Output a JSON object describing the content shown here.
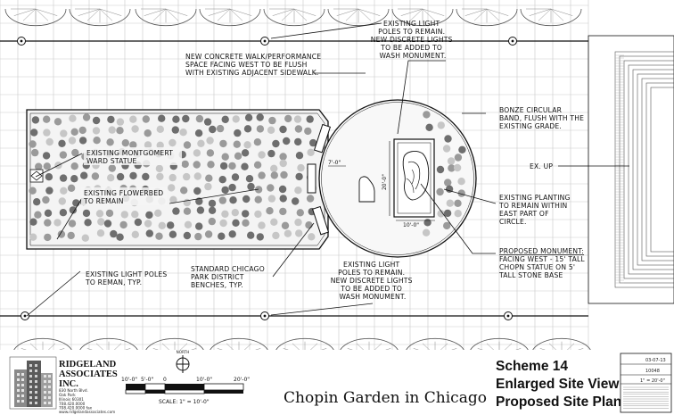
{
  "labels": {
    "light_poles_top": [
      "EXISTING LIGHT",
      "POLES TO REMAIN.",
      "NEW DISCRETE LIGHTS",
      "TO BE ADDED TO",
      "WASH MONUMENT."
    ],
    "walk": [
      "NEW CONCRETE WALK/PERFORMANCE",
      "SPACE FACING WEST TO BE FLUSH",
      "WITH EXISTING ADJACENT SIDEWALK."
    ],
    "bronze_band": [
      "BONZE CIRCULAR",
      "BAND, FLUSH WITH THE",
      "EXISTING GRADE."
    ],
    "statue": [
      "EXISTING MONTGOMERT",
      "WARD STATUE"
    ],
    "flowerbed": [
      "EXISTING FLOWERBED",
      "TO REMAIN"
    ],
    "ex_up": "EX. UP",
    "planting": [
      "EXISTING PLANTING",
      "TO REMAIN WITHIN",
      "EAST PART OF",
      "CIRCLE."
    ],
    "monument": [
      "PROPOSED MONUMENT:",
      "FACING WEST - 15' TALL",
      "CHOPN STATUE ON 5'",
      "TALL STONE BASE"
    ],
    "light_poles_left": [
      "EXISTING LIGHT POLES",
      "TO REMAN, TYP."
    ],
    "benches": [
      "STANDARD CHICAGO",
      "PARK DISTRICT",
      "BENCHES, TYP."
    ],
    "light_poles_bottom": [
      "EXISTING LIGHT",
      "POLES TO REMAIN.",
      "NEW DISCRETE LIGHTS",
      "TO BE ADDED TO",
      "WASH MONUMENT."
    ]
  },
  "dimensions": {
    "walk_depth": "7'-0\"",
    "monument_height": "20'-0\"",
    "monument_width": "10'-0\""
  },
  "scale_bar": {
    "north": "NORTH",
    "ticks": [
      "10'-0\"",
      "5'-0\"",
      "0",
      "10'-0\"",
      "20'-0\""
    ],
    "scale_text": "SCALE: 1\" = 10'-0\""
  },
  "firm": {
    "name_lines": [
      "RIDGELAND",
      "ASSOCIATES",
      "INC."
    ],
    "address_lines": [
      "830 North Blvd.",
      "Oak Park",
      "Illinois 60301"
    ],
    "phone_lines": [
      "708.420.0000",
      "708.420.0000 fax",
      "www.ridgelandassociates.com"
    ]
  },
  "drawing_title": "Chopin Garden in Chicago",
  "scheme_lines": [
    "Scheme 14",
    "Enlarged Site View",
    "Proposed Site Plan"
  ],
  "title_block": {
    "date": "03-07-13",
    "number": "10048",
    "scale": "1\" = 20'-0\""
  },
  "colors": {
    "dots_dark": "#6e6e6e",
    "dots_mid": "#9a9a9a",
    "dots_light": "#c6c6c6",
    "line": "#111111",
    "grid": "#c9c9c9"
  }
}
